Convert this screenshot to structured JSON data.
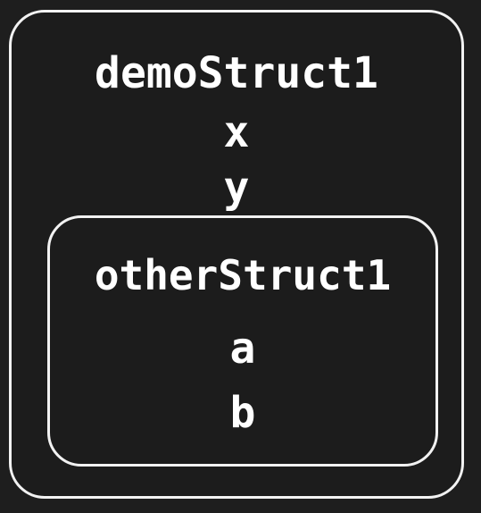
{
  "outer_struct": {
    "name": "demoStruct1",
    "fields": [
      "x",
      "y"
    ]
  },
  "inner_struct": {
    "name": "otherStruct1",
    "fields": [
      "a",
      "b"
    ]
  },
  "colors": {
    "background": "#1e1e1e",
    "border": "#f2f2f2",
    "text": "#ffffff"
  }
}
